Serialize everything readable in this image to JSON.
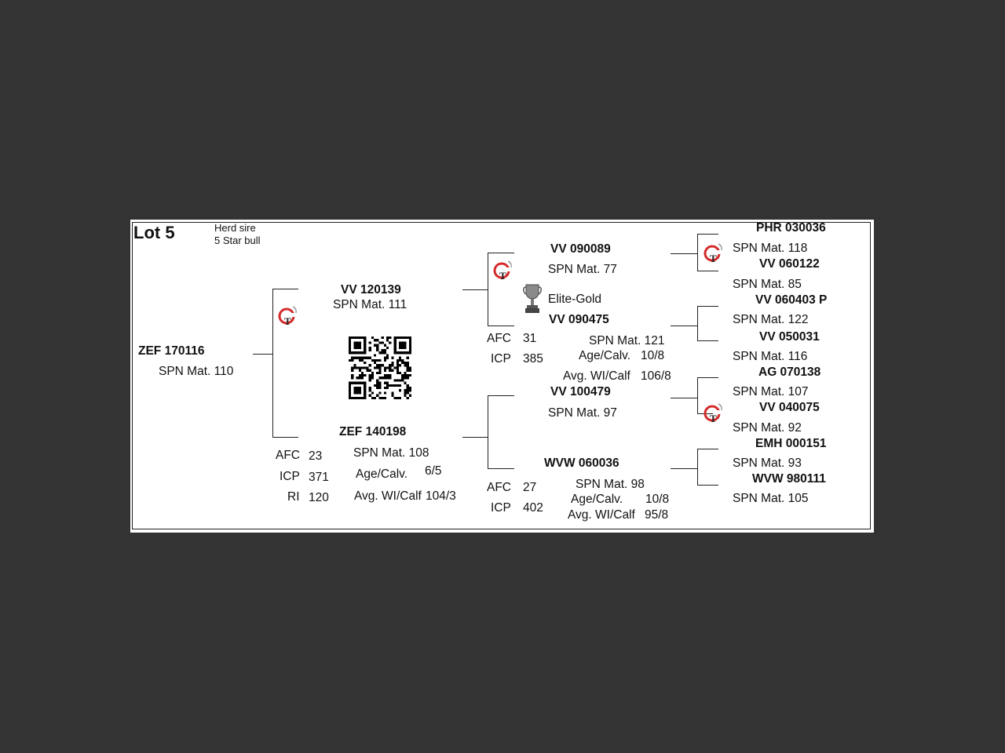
{
  "header": {
    "lot": "Lot 5",
    "note_line1": "Herd sire",
    "note_line2": "5 Star bull"
  },
  "subject": {
    "id": "ZEF 170116",
    "spn": "SPN Mat. 110"
  },
  "sire": {
    "id": "VV  120139",
    "spn": "SPN Mat. 111"
  },
  "dam": {
    "id": "ZEF 140198",
    "spn": "SPN Mat. 108",
    "age_label": "Age/Calv.",
    "age_value": "6/5",
    "avg_label": "Avg. WI/Calf",
    "avg_value": "104/3",
    "afc_label": "AFC",
    "afc_value": "23",
    "icp_label": "ICP",
    "icp_value": "371",
    "ri_label": "RI",
    "ri_value": "120"
  },
  "sire_sire": {
    "id": "VV  090089",
    "spn": "SPN Mat. 77",
    "award": "Elite-Gold"
  },
  "sire_dam": {
    "id": "VV  090475",
    "spn": "SPN Mat. 121",
    "age_label": "Age/Calv.",
    "age_value": "10/8",
    "avg_label": "Avg. WI/Calf",
    "avg_value": "106/8",
    "afc_label": "AFC",
    "afc_value": "31",
    "icp_label": "ICP",
    "icp_value": "385"
  },
  "dam_sire": {
    "id": "VV  100479",
    "spn": "SPN Mat. 97"
  },
  "dam_dam": {
    "id": "WVW 060036",
    "spn": "SPN Mat. 98",
    "age_label": "Age/Calv.",
    "age_value": "10/8",
    "avg_label": "Avg. WI/Calf",
    "avg_value": "95/8",
    "afc_label": "AFC",
    "afc_value": "27",
    "icp_label": "ICP",
    "icp_value": "402"
  },
  "great_grandparents": [
    {
      "id": "PHR 030036",
      "spn": "SPN Mat. 118"
    },
    {
      "id": "VV  060122",
      "spn": "SPN Mat. 85"
    },
    {
      "id": "VV  060403  P",
      "spn": "SPN Mat. 122"
    },
    {
      "id": "VV  050031",
      "spn": "SPN Mat. 116"
    },
    {
      "id": "AG  070138",
      "spn": "SPN Mat. 107"
    },
    {
      "id": "VV  040075",
      "spn": "SPN Mat. 92"
    },
    {
      "id": "EMH 000151",
      "spn": "SPN Mat. 93"
    },
    {
      "id": "WVW 980111",
      "spn": "SPN Mat. 105"
    }
  ],
  "logo_text": "GT",
  "colors": {
    "background": "#333333",
    "sheet": "#ffffff",
    "logo_red": "#d42a2a"
  },
  "icons": {
    "logo": "gt-logo-icon",
    "qr": "qr-code-icon",
    "trophy": "trophy-icon"
  }
}
